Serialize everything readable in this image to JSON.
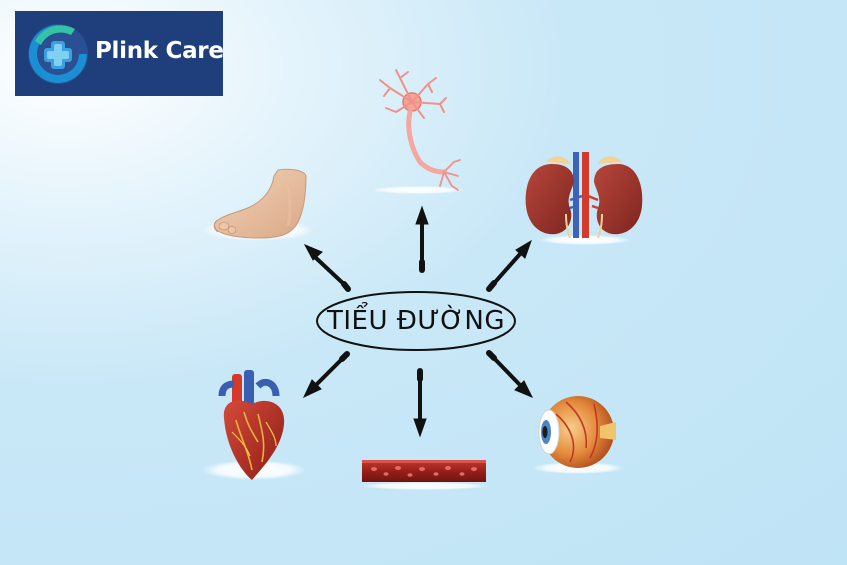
{
  "brand": {
    "name": "Plink Care",
    "logo_icon": "medical-cross-circle-icon",
    "background_color": "#1e3f7c",
    "accent_color": "#2cb6a8"
  },
  "diagram": {
    "center_label": "TIỂU ĐƯỜNG",
    "organs": [
      {
        "key": "foot",
        "icon": "foot-icon"
      },
      {
        "key": "nerve",
        "icon": "neuron-icon"
      },
      {
        "key": "kidney",
        "icon": "kidney-icon"
      },
      {
        "key": "heart",
        "icon": "heart-icon"
      },
      {
        "key": "blood-vessel",
        "icon": "blood-vessel-icon"
      },
      {
        "key": "eye",
        "icon": "eye-icon"
      }
    ]
  }
}
